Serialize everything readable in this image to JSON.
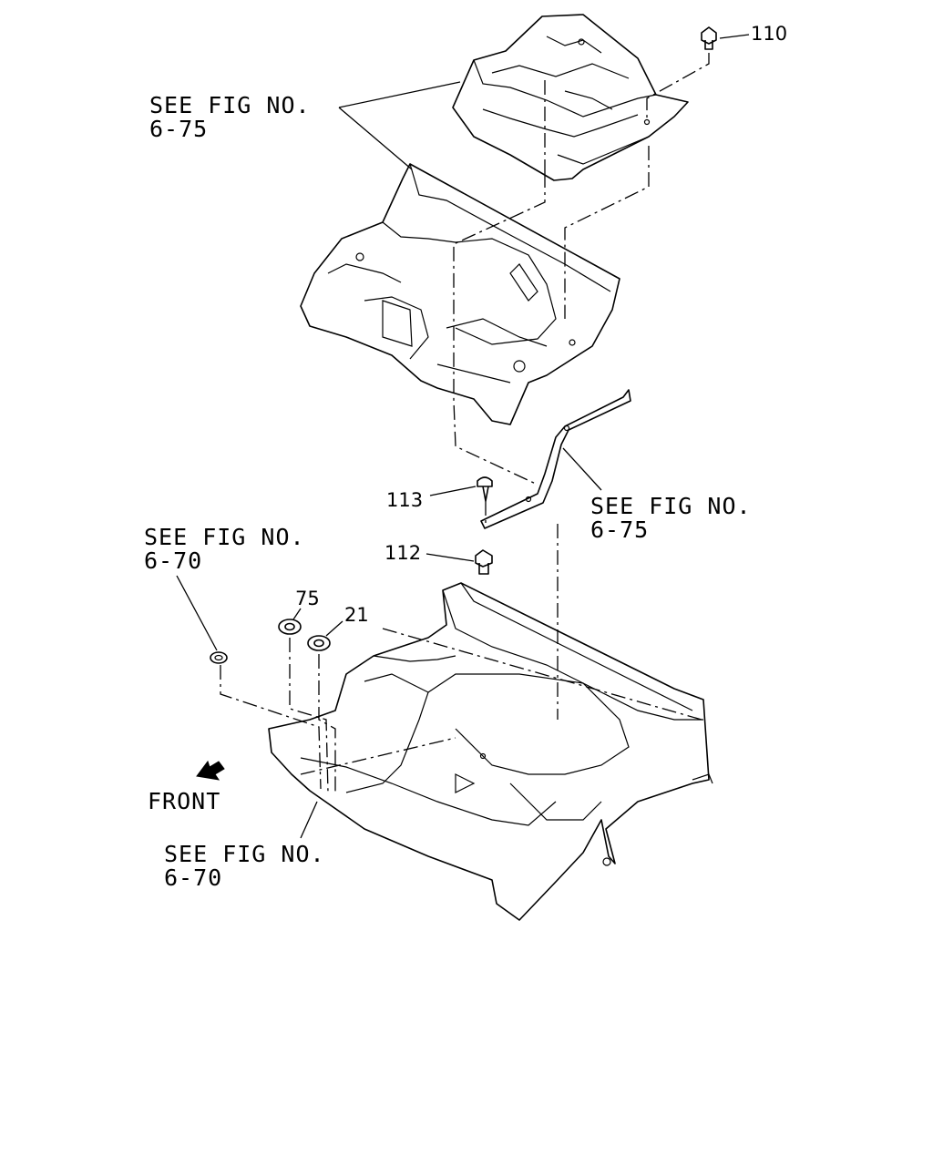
{
  "callouts": {
    "top_left": {
      "line1": "SEE FIG NO.",
      "line2": "6-75"
    },
    "mid_right": {
      "line1": "SEE FIG NO.",
      "line2": "6-75"
    },
    "left": {
      "line1": "SEE FIG NO.",
      "line2": "6-70"
    },
    "bottom": {
      "line1": "SEE FIG NO.",
      "line2": "6-70"
    }
  },
  "parts": {
    "p110": "110",
    "p113": "113",
    "p112": "112",
    "p75": "75",
    "p21": "21"
  },
  "orientation": {
    "label": "FRONT",
    "icon": "front-arrow-icon"
  }
}
